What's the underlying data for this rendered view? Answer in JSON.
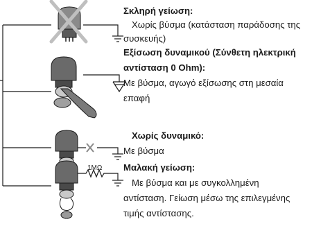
{
  "modes": [
    {
      "title": "Σκληρή γείωση:",
      "description_lines": [
        "Χωρίς βύσμα (κατάσταση παράδοσης της",
        "συσκευής)"
      ]
    },
    {
      "title_lines": [
        "Εξίσωση δυναμικού (Σύνθετη ηλεκτρική",
        "αντίσταση 0 Ohm):"
      ],
      "description_lines": [
        "Με βύσμα, αγωγό εξίσωσης στη  μεσαία",
        "επαφή"
      ]
    },
    {
      "title": "Χωρίς δυναμικό:",
      "description_lines": [
        "Με βύσμα"
      ]
    },
    {
      "title": "Μαλακή γείωση:",
      "description_lines": [
        "Με βύσμα και με συγκολλημένη",
        "αντίσταση. Γείωση μέσω της επιλεγμένης",
        "τιμής αντίστασης."
      ]
    }
  ],
  "resistor_label": "1MΩ",
  "colors": {
    "line": "#1a1a1a",
    "connector_dark": "#5a5a5a",
    "connector_light": "#c9c9c9",
    "cross": "#bfbfbf"
  }
}
